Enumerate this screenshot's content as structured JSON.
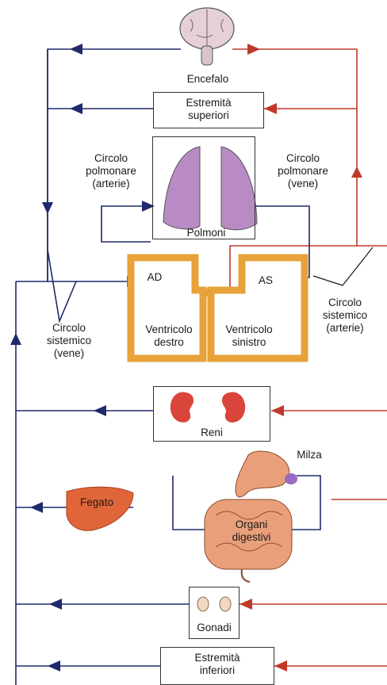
{
  "labels": {
    "encefalo": "Encefalo",
    "estremita_superiori": "Estremità\nsuperiori",
    "circolo_polmonare_arterie": "Circolo\npolmonare\n(arterie)",
    "circolo_polmonare_vene": "Circolo\npolmonare\n(vene)",
    "polmoni": "Polmoni",
    "ad": "AD",
    "as": "AS",
    "ventricolo_destro": "Ventricolo\ndestro",
    "ventricolo_sinistro": "Ventricolo\nsinistro",
    "circolo_sistemico_vene": "Circolo\nsistemico\n(vene)",
    "circolo_sistemico_arterie": "Circolo\nsistemico\n(arterie)",
    "reni": "Reni",
    "milza": "Milza",
    "fegato": "Fegato",
    "organi_digestivi": "Organi\ndigestivi",
    "gonadi": "Gonadi",
    "estremita_inferiori": "Estremità\ninferiori"
  },
  "colors": {
    "arterial": "#c0392b",
    "venous": "#1f2a6b",
    "heart_wall": "#e8a23a",
    "organ_red": "#d9453a",
    "liver": "#e0663a",
    "lung": "#b98bc4",
    "digestive": "#e9a07a",
    "brain": "#e5d0d8"
  },
  "icons": [
    "brain-icon",
    "lungs-icon",
    "kidney-icon",
    "stomach-icon",
    "spleen-icon",
    "liver-icon",
    "intestine-icon",
    "gonad-icon"
  ]
}
